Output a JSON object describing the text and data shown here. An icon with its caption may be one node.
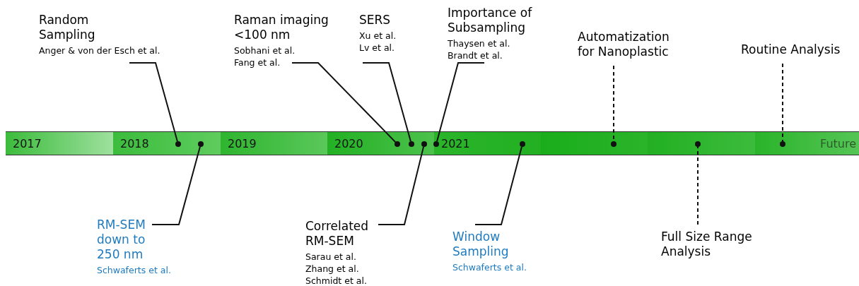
{
  "diagram": {
    "nodes": [
      {
        "text": [
          "2017"
        ]
      },
      {
        "text": [
          "2018"
        ]
      },
      {
        "text": [
          "2019"
        ]
      },
      {
        "text": [
          "2020"
        ]
      },
      {
        "text": [
          "2021"
        ]
      },
      {
        "text": [],
        "shape": "bar"
      },
      {
        "text": [],
        "shape": "bar"
      },
      {
        "text": [
          "Future"
        ]
      },
      {
        "text": [],
        "shape": "circle",
        "in": 1
      },
      {
        "text": [],
        "shape": "circle",
        "in": 1
      },
      {
        "text": [],
        "shape": "circle",
        "in": 3
      },
      {
        "text": [],
        "shape": "circle",
        "in": 3
      },
      {
        "text": [],
        "shape": "circle",
        "in": 3
      },
      {
        "text": [],
        "shape": "circle",
        "in": 4
      },
      {
        "text": [],
        "shape": "circle",
        "in": 4
      },
      {
        "text": [],
        "shape": "circle",
        "in": 5
      },
      {
        "text": [],
        "shape": "circle",
        "in": 6
      },
      {
        "text": [],
        "shape": "circle",
        "in": 7
      },
      {
        "text": [
          "Random Sampling",
          "Anger & von der Esch et al."
        ]
      },
      {
        "text": [
          "RM-SEM down to 250 nm",
          "Schwaferts et al."
        ]
      },
      {
        "text": [
          "Raman imaging <100 nm",
          "Sobhani et al.",
          "Fang et al."
        ]
      },
      {
        "text": [
          "SERS",
          "Xu et al.",
          "Lv et al."
        ]
      },
      {
        "text": [
          "Correlated RM-SEM",
          "Sarau et al.",
          "Zhang et al.",
          "Schmidt et al."
        ]
      },
      {
        "text": [
          "Importance of Subsampling",
          "Thaysen et al.",
          "Brandt et al."
        ]
      },
      {
        "text": [
          "Window Sampling",
          "Schwaferts et al."
        ]
      },
      {
        "text": [
          "Automatization for Nanoplastic"
        ]
      },
      {
        "text": [
          "Full Size Range Analysis"
        ]
      },
      {
        "text": [
          "Routine Analysis"
        ]
      }
    ],
    "edges": [
      {
        "from": 18,
        "to": 8,
        "arrow": "none"
      },
      {
        "from": 19,
        "to": 9,
        "arrow": "none"
      },
      {
        "from": 20,
        "to": 10,
        "arrow": "none"
      },
      {
        "from": 21,
        "to": 11,
        "arrow": "none"
      },
      {
        "from": 22,
        "to": 12,
        "arrow": "none"
      },
      {
        "from": 23,
        "to": 13,
        "arrow": "none"
      },
      {
        "from": 24,
        "to": 14,
        "arrow": "none"
      },
      {
        "from": 25,
        "to": 15,
        "arrow": "none",
        "style": "dashed"
      },
      {
        "from": 26,
        "to": 16,
        "arrow": "none",
        "style": "dashed"
      },
      {
        "from": 27,
        "to": 17,
        "arrow": "none",
        "style": "dashed"
      }
    ]
  }
}
